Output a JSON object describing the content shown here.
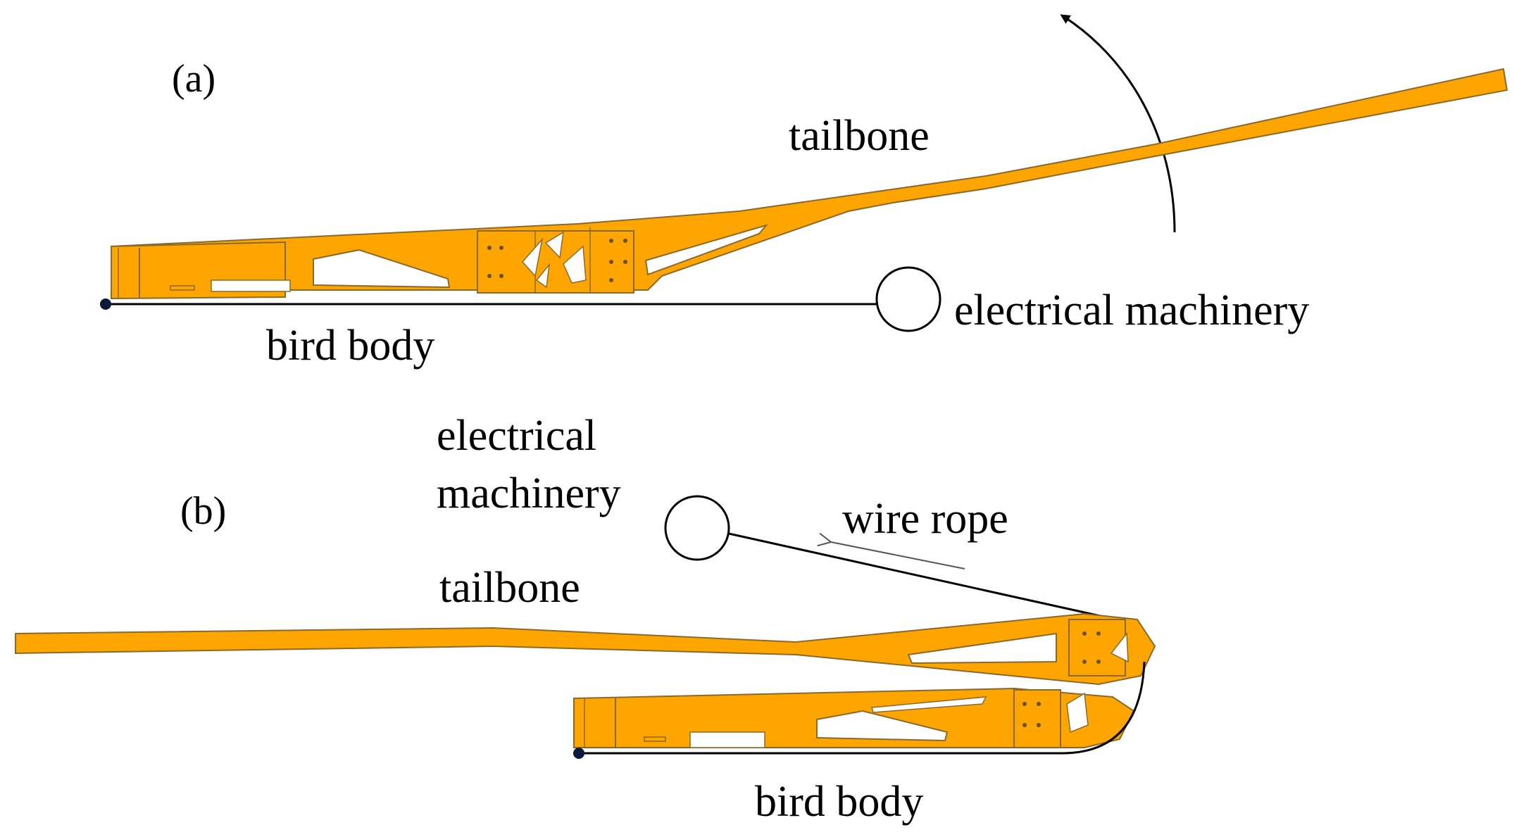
{
  "colors": {
    "tailbone_fill": "#FFA500",
    "outline": "#8a6a2c",
    "line": "#000000",
    "background": "#ffffff"
  },
  "panel_a": {
    "label": "(a)",
    "tailbone_label": "tailbone",
    "motor_label": "electrical machinery",
    "body_label": "bird body"
  },
  "panel_b": {
    "label": "(b)",
    "motor_label_line1": "electrical",
    "motor_label_line2": "machinery",
    "rope_label": "wire rope",
    "tailbone_label": "tailbone",
    "body_label": "bird body"
  },
  "icons": {
    "rotation_arrow": "curved-arrow-icon",
    "pull_arrow": "arrow-left-icon",
    "pivot": "pivot-dot-icon",
    "motor": "circle-icon"
  }
}
